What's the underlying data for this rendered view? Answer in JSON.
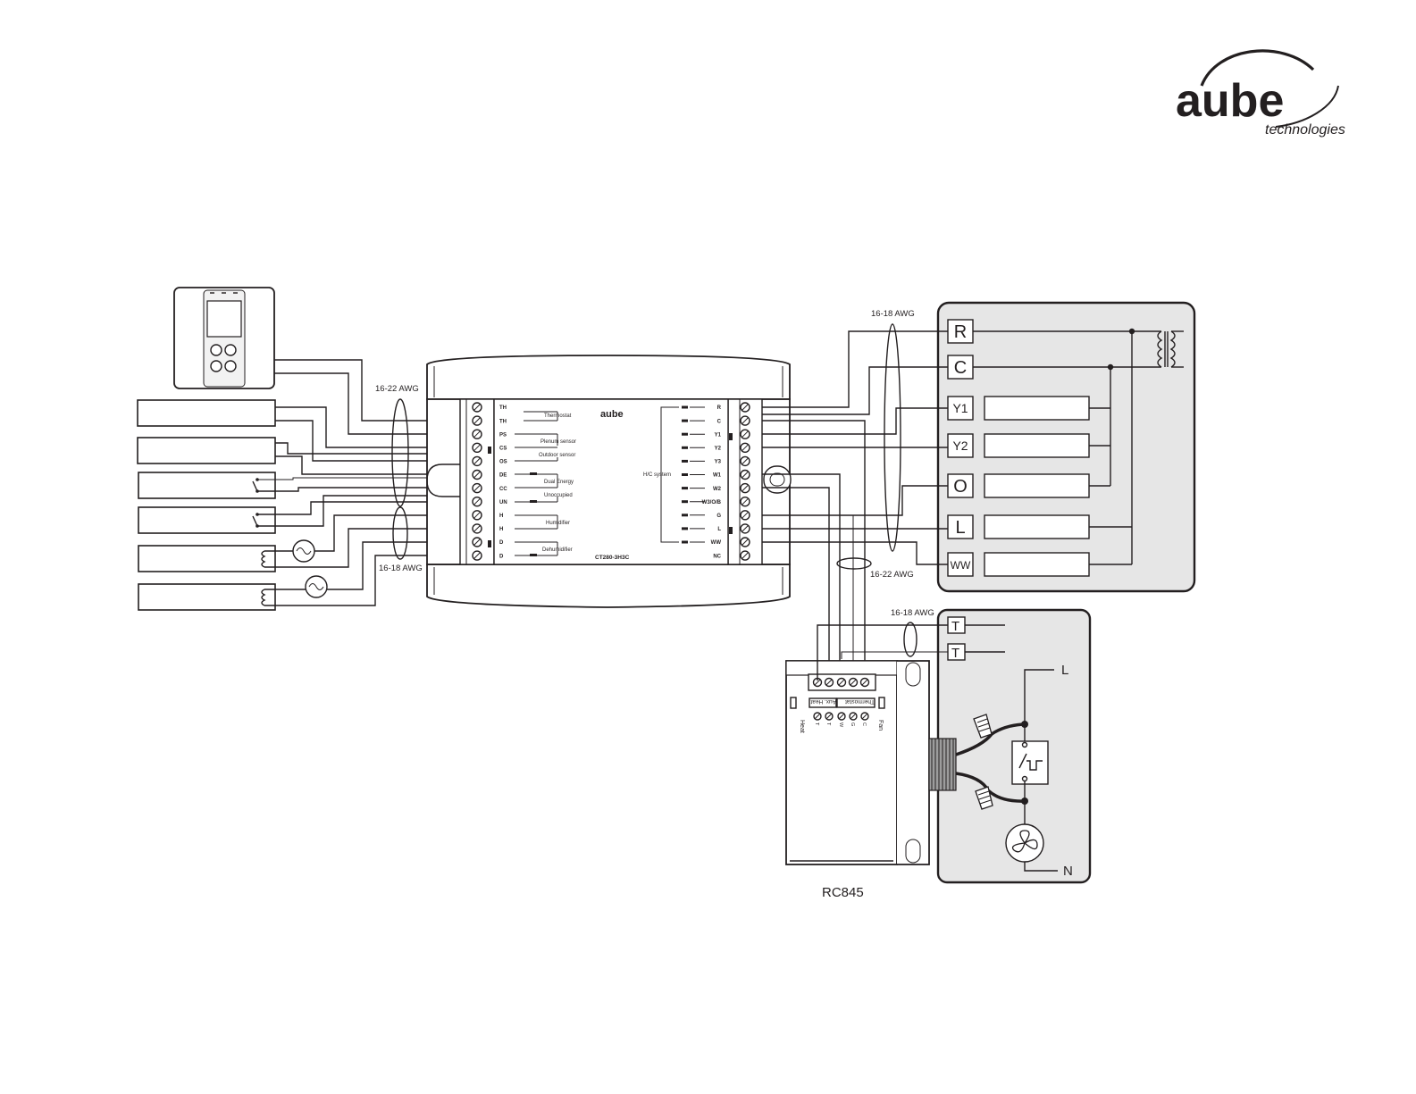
{
  "brand": {
    "name": "aube",
    "tagline": "technologies"
  },
  "wire_gauges": {
    "thermostat_in": "16-22 AWG",
    "actuators_in": "16-18 AWG",
    "hvac_out": "16-18 AWG",
    "damper_out": "16-22 AWG",
    "rc845_out": "16-18 AWG"
  },
  "module": {
    "model": "CT280-3H3C",
    "left_terminals": [
      "TH",
      "TH",
      "PS",
      "CS",
      "OS",
      "DE",
      "CC",
      "UN",
      "H",
      "H",
      "D",
      "D"
    ],
    "left_group_labels": [
      "Thermostat",
      "Plenum sensor",
      "Outdoor sensor",
      "Dual Energy",
      "Unoccupied",
      "Humidifier",
      "Dehumidifier"
    ],
    "right_terminals": [
      "R",
      "C",
      "Y1",
      "Y2",
      "Y3",
      "W1",
      "W2",
      "W3/O/B",
      "G",
      "L",
      "WW",
      "NC"
    ],
    "right_group_label": "H/C system"
  },
  "hvac_terminals": [
    "R",
    "C",
    "Y1",
    "Y2",
    "O",
    "L",
    "WW"
  ],
  "rc845": {
    "name": "RC845",
    "terminal_group_labels": [
      "Aux. Heat",
      "Thermostat"
    ],
    "side_labels": [
      "Heat",
      "Fan"
    ],
    "terminal_letters": [
      "T",
      "T",
      "W",
      "G",
      "C"
    ],
    "control_terminals": [
      "T",
      "T"
    ],
    "line_labels": [
      "L",
      "N"
    ]
  },
  "colors": {
    "ink": "#231f20",
    "panel_fill": "#e6e6e6",
    "device_fill": "#ffffff",
    "shade": "#9d9d9d"
  }
}
